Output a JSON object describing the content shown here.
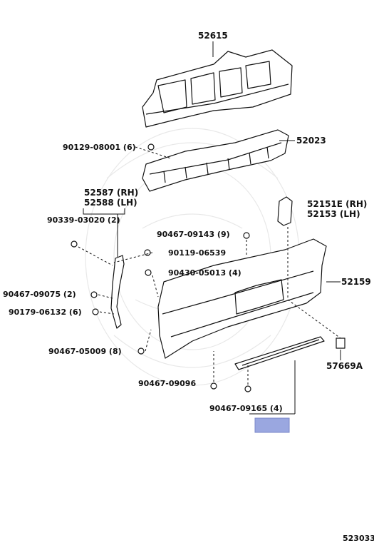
{
  "diagram": {
    "image_code": "523033",
    "labels": {
      "l52615": "52615",
      "l52023": "52023",
      "l90129": "90129-08001 (6)",
      "l52587": "52587 (RH)",
      "l52588": "52588 (LH)",
      "l90339": "90339-03020 (2)",
      "l52151e": "52151E (RH)",
      "l52153": "52153 (LH)",
      "l90467_09143": "90467-09143 (9)",
      "l90119": "90119-06539",
      "l90430": "90430-05013 (4)",
      "l52159": "52159",
      "l90467_09075": "90467-09075 (2)",
      "l90179": "90179-06132 (6)",
      "l90467_05009": "90467-05009 (8)",
      "l57669a": "57669A",
      "l90467_09096": "90467-09096",
      "l90467_09165": "90467-09165 (4)"
    },
    "colors": {
      "highlight": "#9aa7e0",
      "line": "#111111",
      "watermark": "#e8e8e8"
    }
  }
}
